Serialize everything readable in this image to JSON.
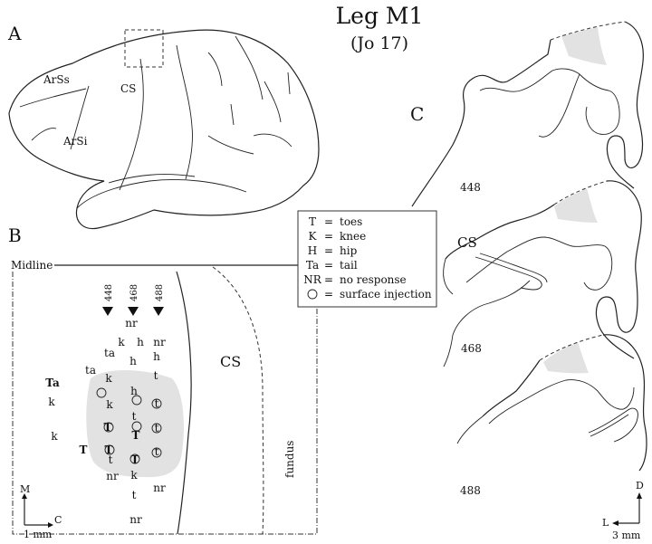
{
  "title": "Leg  M1",
  "subtitle": "(Jo  17)",
  "panels": {
    "a": "A",
    "b": "B",
    "c": "C"
  },
  "brain": {
    "arss": "ArSs",
    "arsi": "ArSi",
    "cs": "CS"
  },
  "panel_b": {
    "midline": "Midline",
    "cs": "CS",
    "fundus": "fundus",
    "penetrations": [
      "448",
      "468",
      "488"
    ],
    "scale_m": "M",
    "scale_c": "C",
    "scale_len": "1  mm",
    "labels": [
      "nr",
      "k",
      "h",
      "nr",
      "ta",
      "h",
      "h",
      "ta",
      "t",
      "Ta",
      "k",
      "k",
      "h",
      "k",
      "t",
      "T",
      "t",
      "t",
      "k",
      "T",
      "T",
      "t",
      "T",
      "T",
      "t",
      "nr",
      "k",
      "nr",
      "t",
      "nr"
    ]
  },
  "legend": {
    "rows": [
      {
        "key": "T",
        "value": "toes"
      },
      {
        "key": "K",
        "value": "knee"
      },
      {
        "key": "H",
        "value": "hip"
      },
      {
        "key": "Ta",
        "value": "tail"
      },
      {
        "key": "NR",
        "value": "no  response"
      },
      {
        "key": "",
        "value": "surface  injection"
      }
    ],
    "eq": "="
  },
  "panel_c": {
    "cs": "CS",
    "sections": [
      "448",
      "468",
      "488"
    ],
    "scale_d": "D",
    "scale_l": "L",
    "scale_len": "3  mm"
  }
}
